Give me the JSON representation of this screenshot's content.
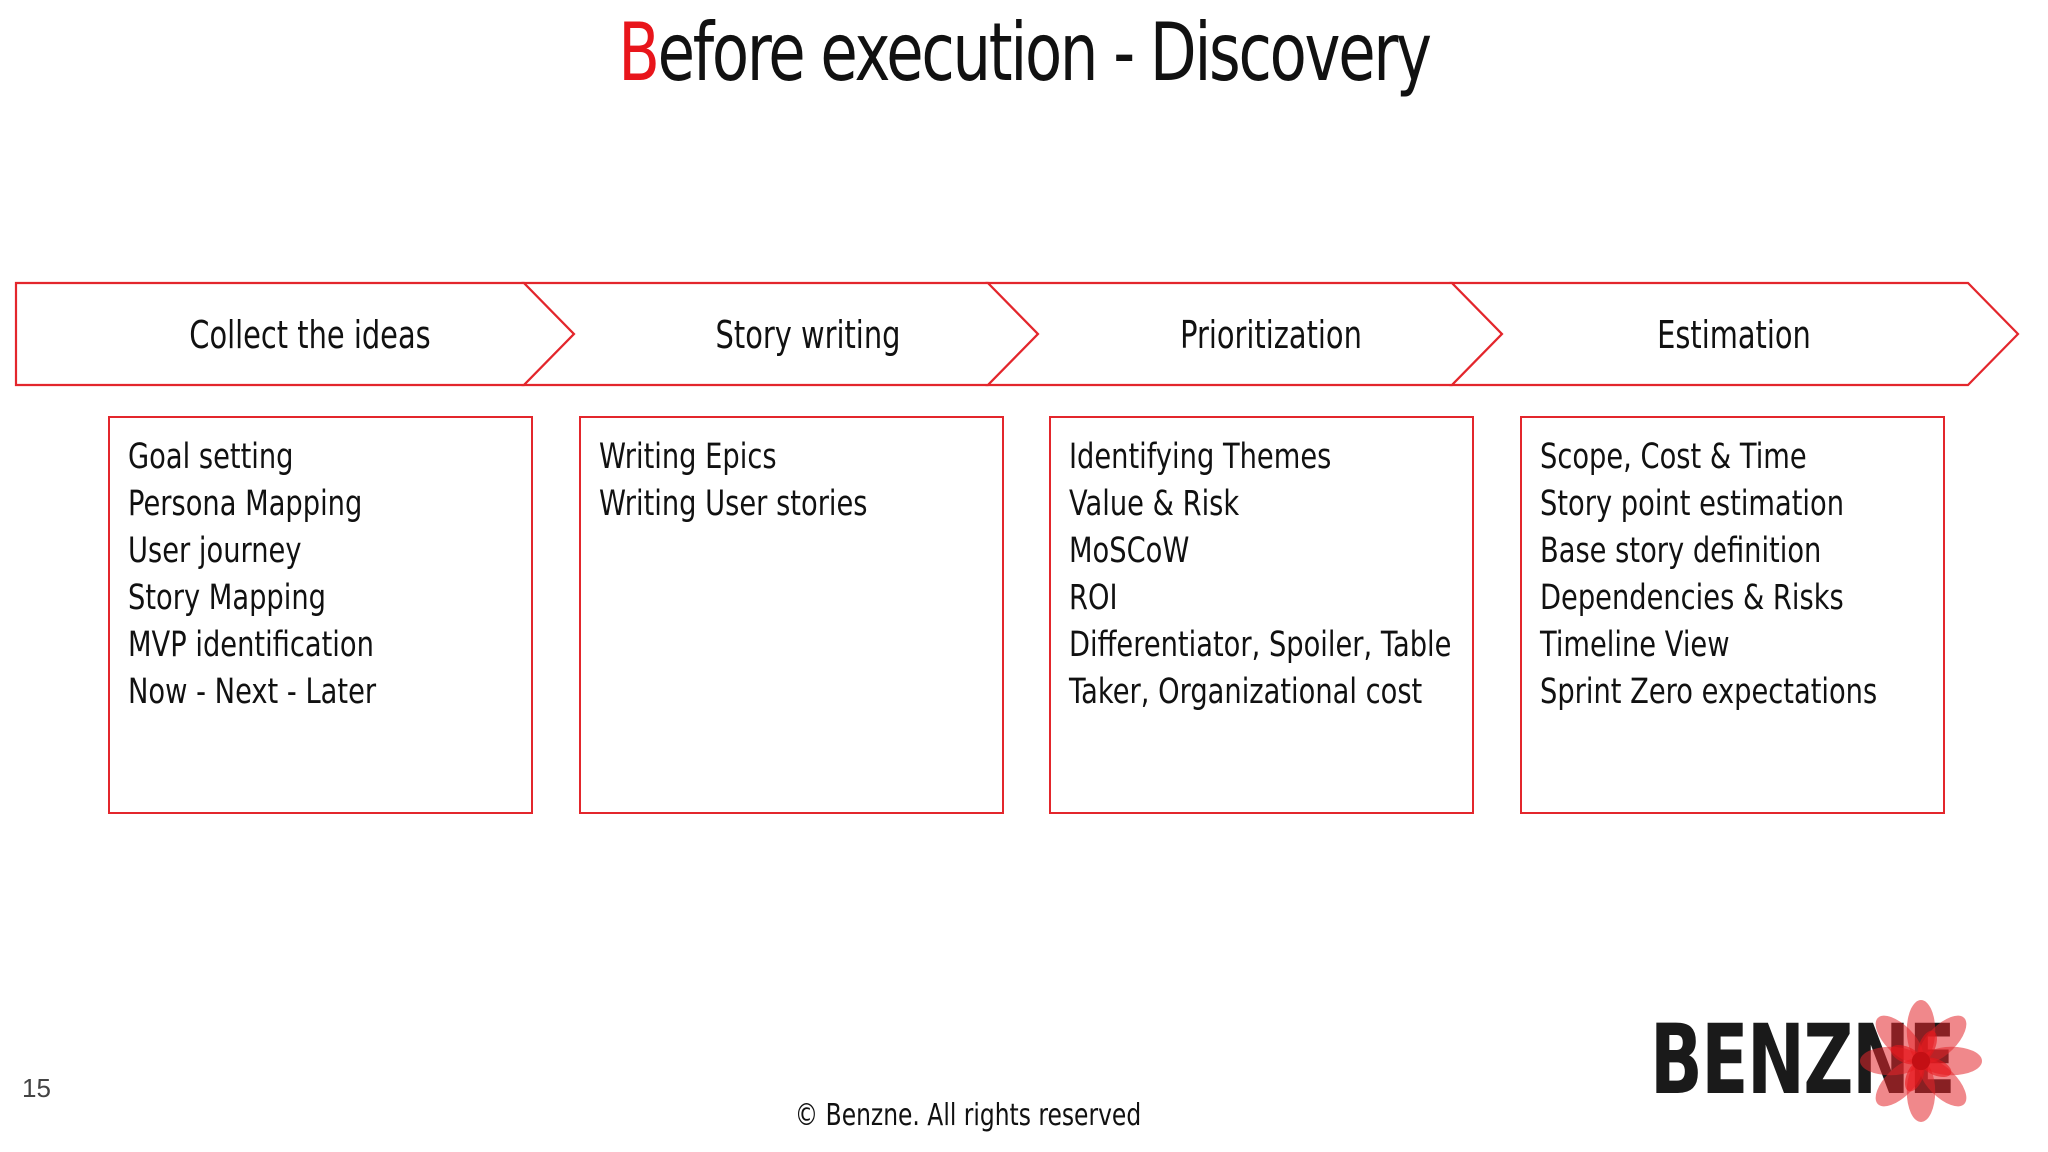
{
  "slide": {
    "title_first_letter": "B",
    "title_rest": "efore execution - Discovery",
    "page_number": "15",
    "copyright": "© Benzne. All rights reserved",
    "logo_text": "BENZNE",
    "accent_color": "#e3262c"
  },
  "steps": [
    {
      "label": "Collect the ideas",
      "items": [
        "Goal setting",
        "Persona Mapping",
        "User journey",
        "Story Mapping",
        "MVP identification",
        "Now - Next - Later"
      ]
    },
    {
      "label": "Story writing",
      "items": [
        "Writing Epics",
        "Writing User stories"
      ]
    },
    {
      "label": "Prioritization",
      "items": [
        "Identifying Themes",
        "Value & Risk",
        "MoSCoW",
        "ROI",
        "Differentiator, Spoiler, Table",
        "Taker, Organizational cost"
      ]
    },
    {
      "label": "Estimation",
      "items": [
        "Scope, Cost & Time",
        "Story point estimation",
        "Base story definition",
        "Dependencies & Risks",
        "Timeline View",
        "Sprint Zero expectations"
      ]
    }
  ]
}
